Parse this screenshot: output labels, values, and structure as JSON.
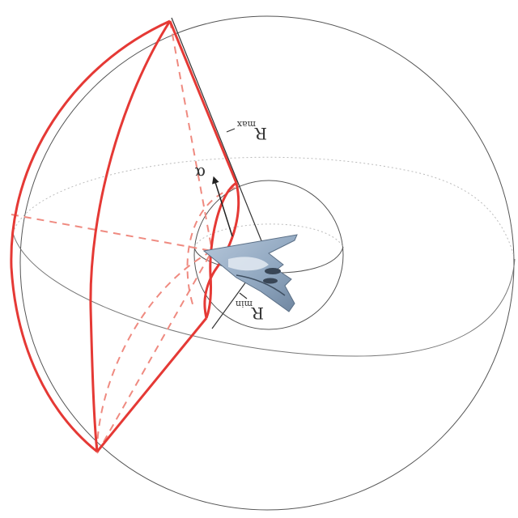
{
  "labels": {
    "r_max": {
      "main": "R",
      "sub": "max"
    },
    "r_min": {
      "main": "R",
      "sub": "min"
    },
    "alpha": "α"
  },
  "colors": {
    "sphere_outline": "#555555",
    "equator": "#888888",
    "sector_boundary": "#e53935",
    "sector_hidden": "#ef8a80",
    "radius_line": "#333333",
    "aircraft": "#8fa6bf"
  },
  "icons": {
    "aircraft": "stealth-bomber-icon",
    "alpha_arrow": "arrow-icon"
  }
}
